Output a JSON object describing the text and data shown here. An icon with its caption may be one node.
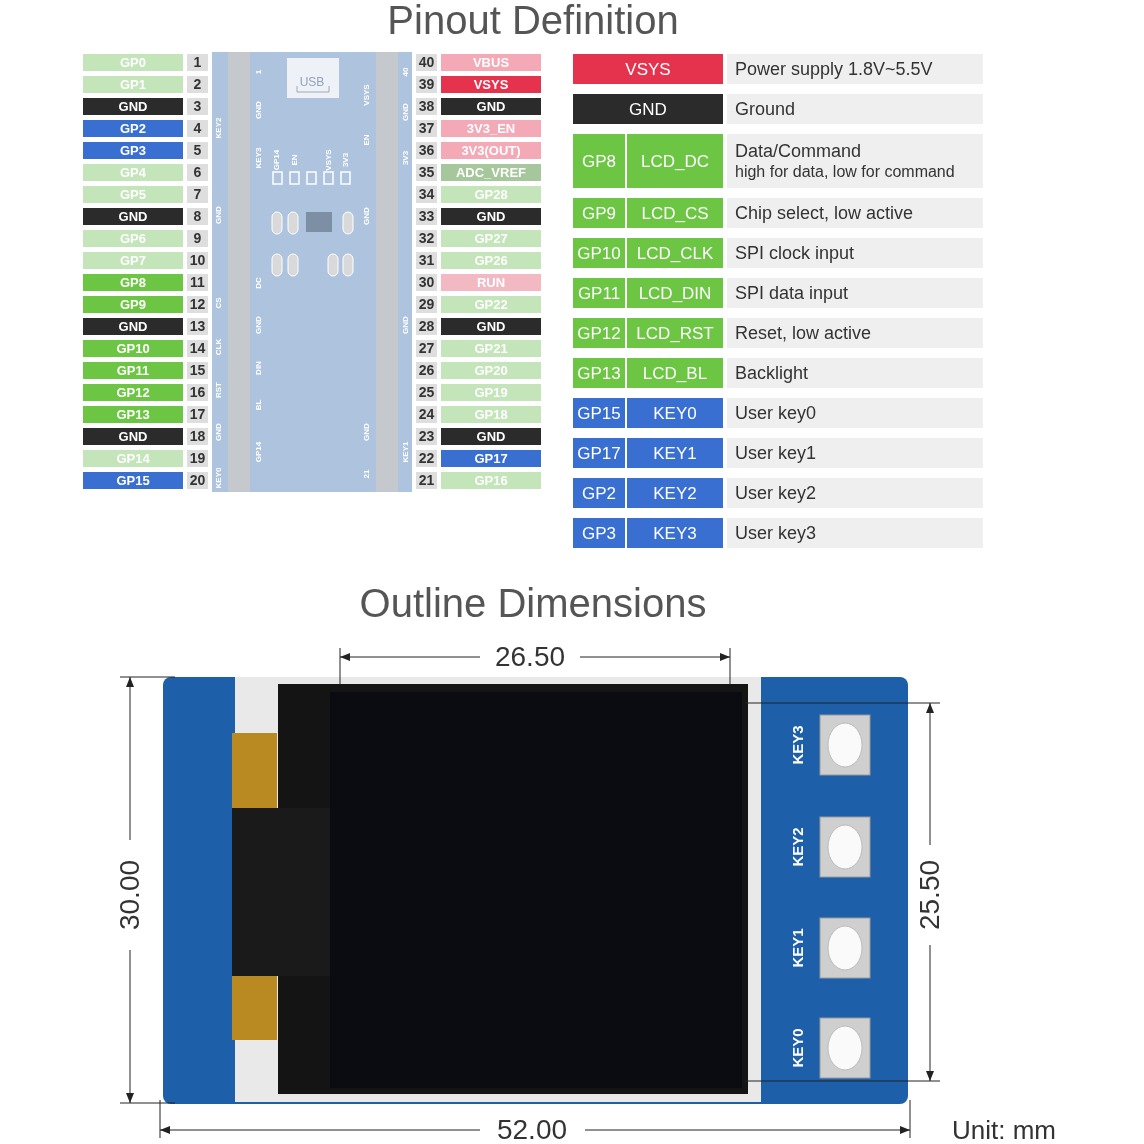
{
  "diagram": {
    "title": "Pinout Definition",
    "labels": [
      "GP0",
      "1",
      "GP1",
      "2",
      "GND",
      "3",
      "GP2",
      "4",
      "GP3",
      "5",
      "GP4",
      "6",
      "GP5",
      "7",
      "GND",
      "8",
      "GP6",
      "9",
      "GP7",
      "10",
      "GP8",
      "11",
      "GP9",
      "12",
      "GND",
      "13",
      "GP10",
      "14",
      "GP11",
      "15",
      "GP12",
      "16",
      "GP13",
      "17",
      "GND",
      "18",
      "GP14",
      "19",
      "GP15",
      "20",
      "40",
      "VBUS",
      "39",
      "VSYS",
      "38",
      "GND",
      "37",
      "3V3_EN",
      "36",
      "3V3(OUT)",
      "35",
      "ADC_VREF",
      "34",
      "GP28",
      "33",
      "GND",
      "32",
      "GP27",
      "31",
      "GP26",
      "30",
      "RUN",
      "29",
      "GP22",
      "28",
      "GND",
      "27",
      "GP21",
      "26",
      "GP20",
      "25",
      "GP19",
      "24",
      "GP18",
      "23",
      "GND",
      "22",
      "GP17",
      "21",
      "GP16",
      "USB",
      "1",
      "40",
      "21",
      "KEY2",
      "GND",
      "CS",
      "CLK",
      "RST",
      "GND",
      "KEY0",
      "GND",
      "KEY3",
      "DC",
      "GND",
      "DIN",
      "BL",
      "GP14",
      "GP14",
      "EN",
      "VSYS",
      "3V3",
      "VSYS",
      "EN",
      "GND",
      "GND",
      "GND",
      "3V3",
      "GND",
      "KEY1",
      "VSYS",
      "Power supply 1.8V~5.5V",
      "GND",
      "Ground",
      "GP8",
      "LCD_DC",
      "Data/Command",
      "high for data, low for command",
      "GP9",
      "LCD_CS",
      "Chip select, low active",
      "GP10",
      "LCD_CLK",
      "SPI clock input",
      "GP11",
      "LCD_DIN",
      "SPI data input",
      "GP12",
      "LCD_RST",
      "Reset, low active",
      "GP13",
      "LCD_BL",
      "Backlight",
      "GP15",
      "KEY0",
      "User key0",
      "GP17",
      "KEY1",
      "User key1",
      "GP2",
      "KEY2",
      "User key2",
      "GP3",
      "KEY3",
      "User key3",
      "Outline Dimensions",
      "26.50",
      "KEY3",
      "KEY2",
      "KEY1",
      "KEY0",
      "30.00",
      "25.50",
      "52.00",
      "Unit: mm"
    ]
  }
}
